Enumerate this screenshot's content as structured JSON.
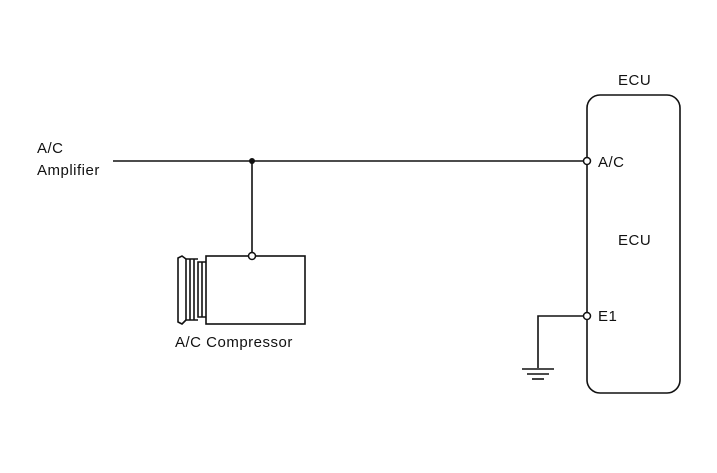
{
  "amplifier": {
    "line1": "A/C",
    "line2": "Amplifier"
  },
  "compressor": {
    "label": "A/C Compressor"
  },
  "ecu": {
    "header": "ECU",
    "body_label": "ECU",
    "pin_ac": "A/C",
    "pin_e1": "E1"
  },
  "colors": {
    "ink": "#111111",
    "background": "#ffffff"
  }
}
